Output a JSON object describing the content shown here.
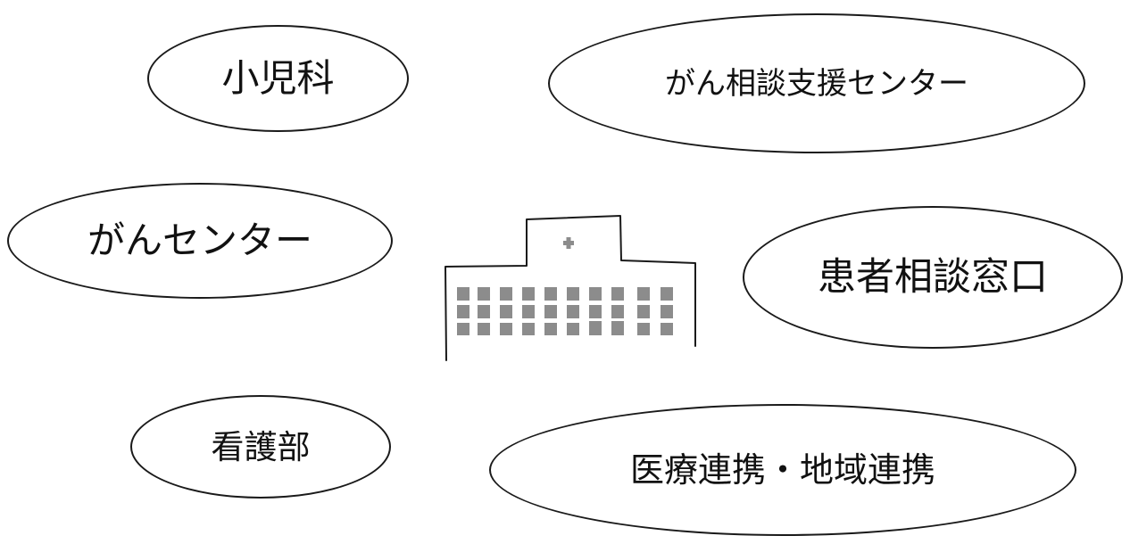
{
  "nodes": {
    "pediatrics": "小児科",
    "cancer_consultation_center": "がん相談支援センター",
    "cancer_center": "がんセンター",
    "patient_consultation": "患者相談窓口",
    "nursing_department": "看護部",
    "regional_collaboration": "医療連携・地域連携"
  },
  "center_icon": "hospital-building-icon",
  "colors": {
    "stroke": "#1a1a1a",
    "window": "#8c8c8c",
    "background": "#ffffff"
  }
}
